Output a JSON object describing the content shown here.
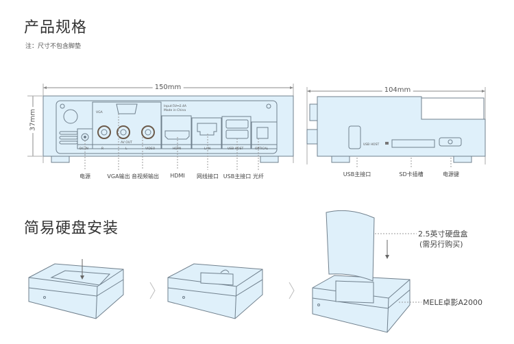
{
  "spec_section": {
    "title": "产品规格",
    "note": "注：尺寸不包含脚垫",
    "front_view": {
      "width_dim": "150mm",
      "height_dim": "37mm",
      "panel_text": {
        "input": "Input:5V⎓2.4A",
        "made_in": "Made in China",
        "vga": "VGA",
        "av_out": "AV OUT"
      },
      "port_tags": [
        "DC-IN",
        "R",
        "L",
        "VIDEO",
        "HDMI",
        "LAN",
        "USB HOST",
        "OPTICAL"
      ],
      "labels": [
        "电源",
        "VGA输出",
        "音视频输出",
        "HDMI",
        "网线接口",
        "USB主接口",
        "光纤"
      ]
    },
    "side_view": {
      "width_dim": "104mm",
      "usb_tag": "USB HOST",
      "labels": [
        "USB主接口",
        "SD卡插槽",
        "电源键"
      ]
    }
  },
  "install_section": {
    "title": "简易硬盘安装",
    "callouts": {
      "hdd_box": "2.5英寸硬盘盒",
      "hdd_note": "(需另行购买)",
      "device": "MELE卓影A2000"
    },
    "step_arrow_icon": "chevron-right-icon"
  }
}
